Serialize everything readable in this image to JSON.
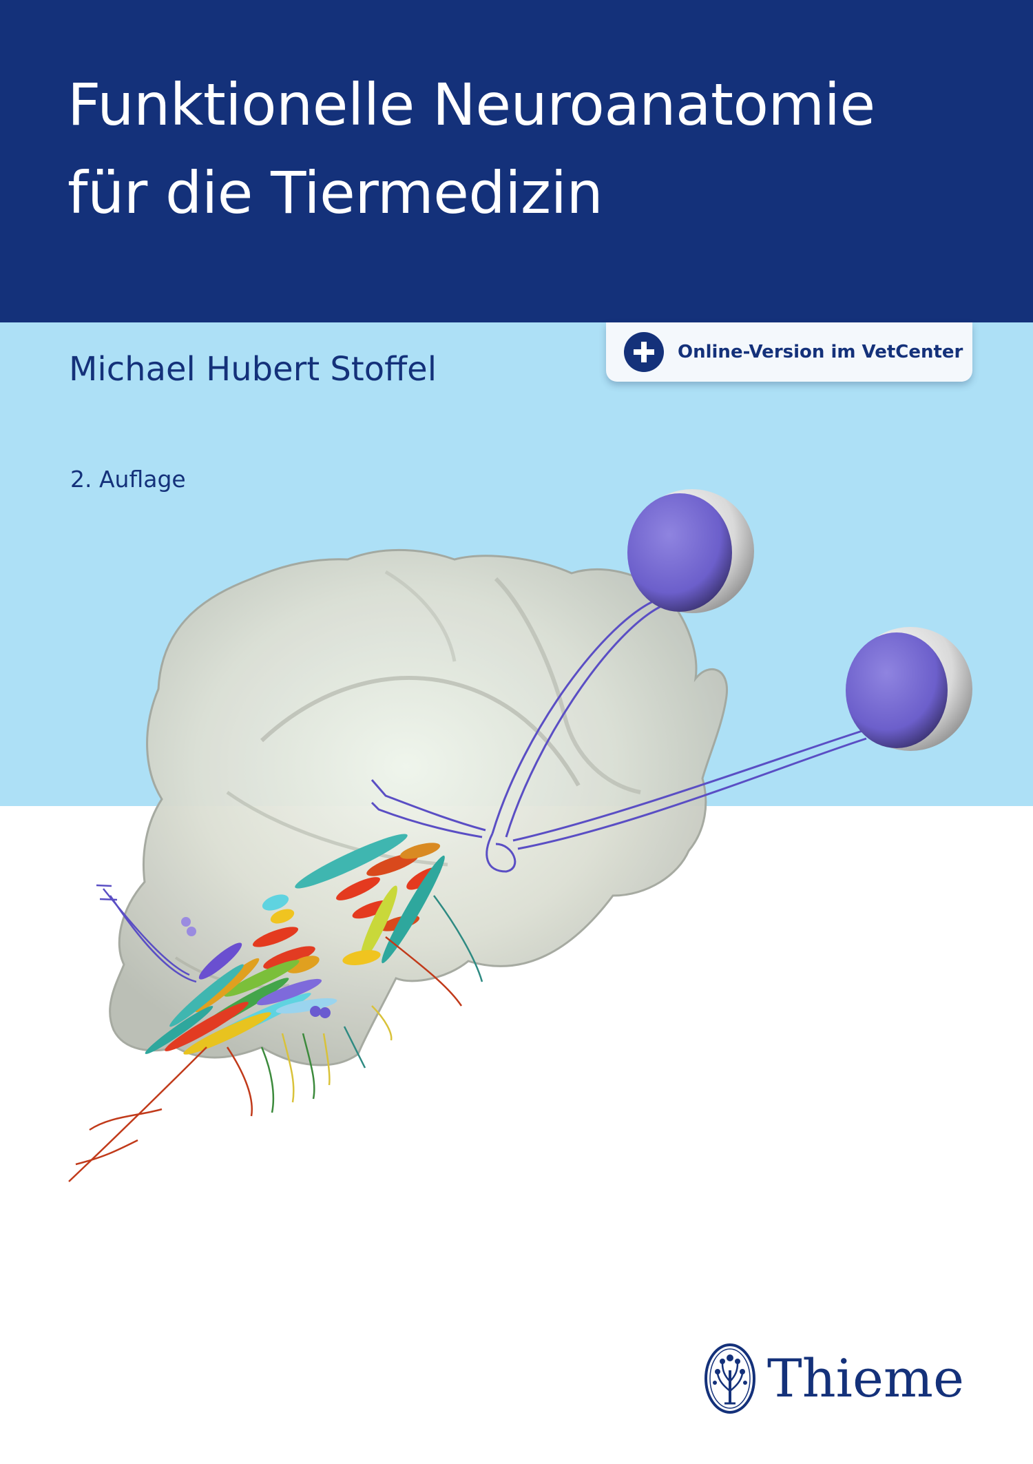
{
  "book": {
    "title_line1": "Funktionelle Neuroanatomie",
    "title_line2": "für die Tiermedizin",
    "author": "Michael Hubert Stoffel",
    "edition": "2. Auflage",
    "online_badge_label": "Online-Version im VetCenter",
    "publisher": "Thieme"
  },
  "colors": {
    "header_band": "#14317a",
    "light_band": "#ade0f6",
    "text_dark_blue": "#14317a",
    "eye_violet": "#7466cf"
  },
  "icons": {
    "badge_icon": "plus-circle-icon",
    "publisher_logo": "tree-seal-icon"
  }
}
